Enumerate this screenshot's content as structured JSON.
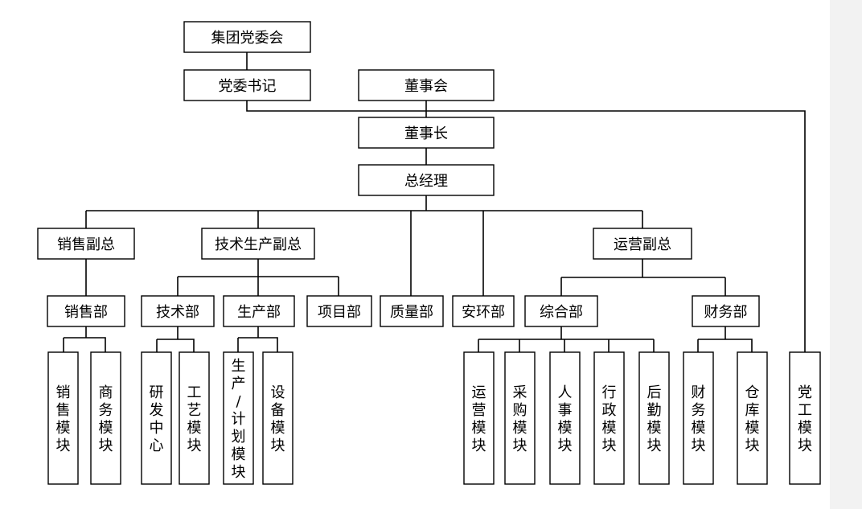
{
  "diagram": {
    "nodes": [
      {
        "id": "party_committee",
        "label": "集团党委会"
      },
      {
        "id": "party_secretary",
        "label": "党委书记"
      },
      {
        "id": "board",
        "label": "董事会"
      },
      {
        "id": "chairman",
        "label": "董事长"
      },
      {
        "id": "gm",
        "label": "总经理"
      },
      {
        "id": "sales_vp",
        "label": "销售副总"
      },
      {
        "id": "tech_vp",
        "label": "技术生产副总"
      },
      {
        "id": "ops_vp",
        "label": "运营副总"
      },
      {
        "id": "sales_dept",
        "label": "销售部"
      },
      {
        "id": "tech_dept",
        "label": "技术部"
      },
      {
        "id": "prod_dept",
        "label": "生产部"
      },
      {
        "id": "project_dept",
        "label": "项目部"
      },
      {
        "id": "quality_dept",
        "label": "质量部"
      },
      {
        "id": "safety_dept",
        "label": "安环部"
      },
      {
        "id": "general_dept",
        "label": "综合部"
      },
      {
        "id": "finance_dept",
        "label": "财务部"
      },
      {
        "id": "m_sales",
        "label": "销售模块"
      },
      {
        "id": "m_business",
        "label": "商务模块"
      },
      {
        "id": "m_rd",
        "label": "研发中心"
      },
      {
        "id": "m_process",
        "label": "工艺模块"
      },
      {
        "id": "m_prodplan",
        "label": "生产/计划模块"
      },
      {
        "id": "m_equipment",
        "label": "设备模块"
      },
      {
        "id": "m_ops",
        "label": "运营模块"
      },
      {
        "id": "m_purchase",
        "label": "采购模块"
      },
      {
        "id": "m_hr",
        "label": "人事模块"
      },
      {
        "id": "m_admin",
        "label": "行政模块"
      },
      {
        "id": "m_logistics",
        "label": "后勤模块"
      },
      {
        "id": "m_finance",
        "label": "财务模块"
      },
      {
        "id": "m_warehouse",
        "label": "仓库模块"
      },
      {
        "id": "m_party",
        "label": "党工模块"
      }
    ]
  }
}
